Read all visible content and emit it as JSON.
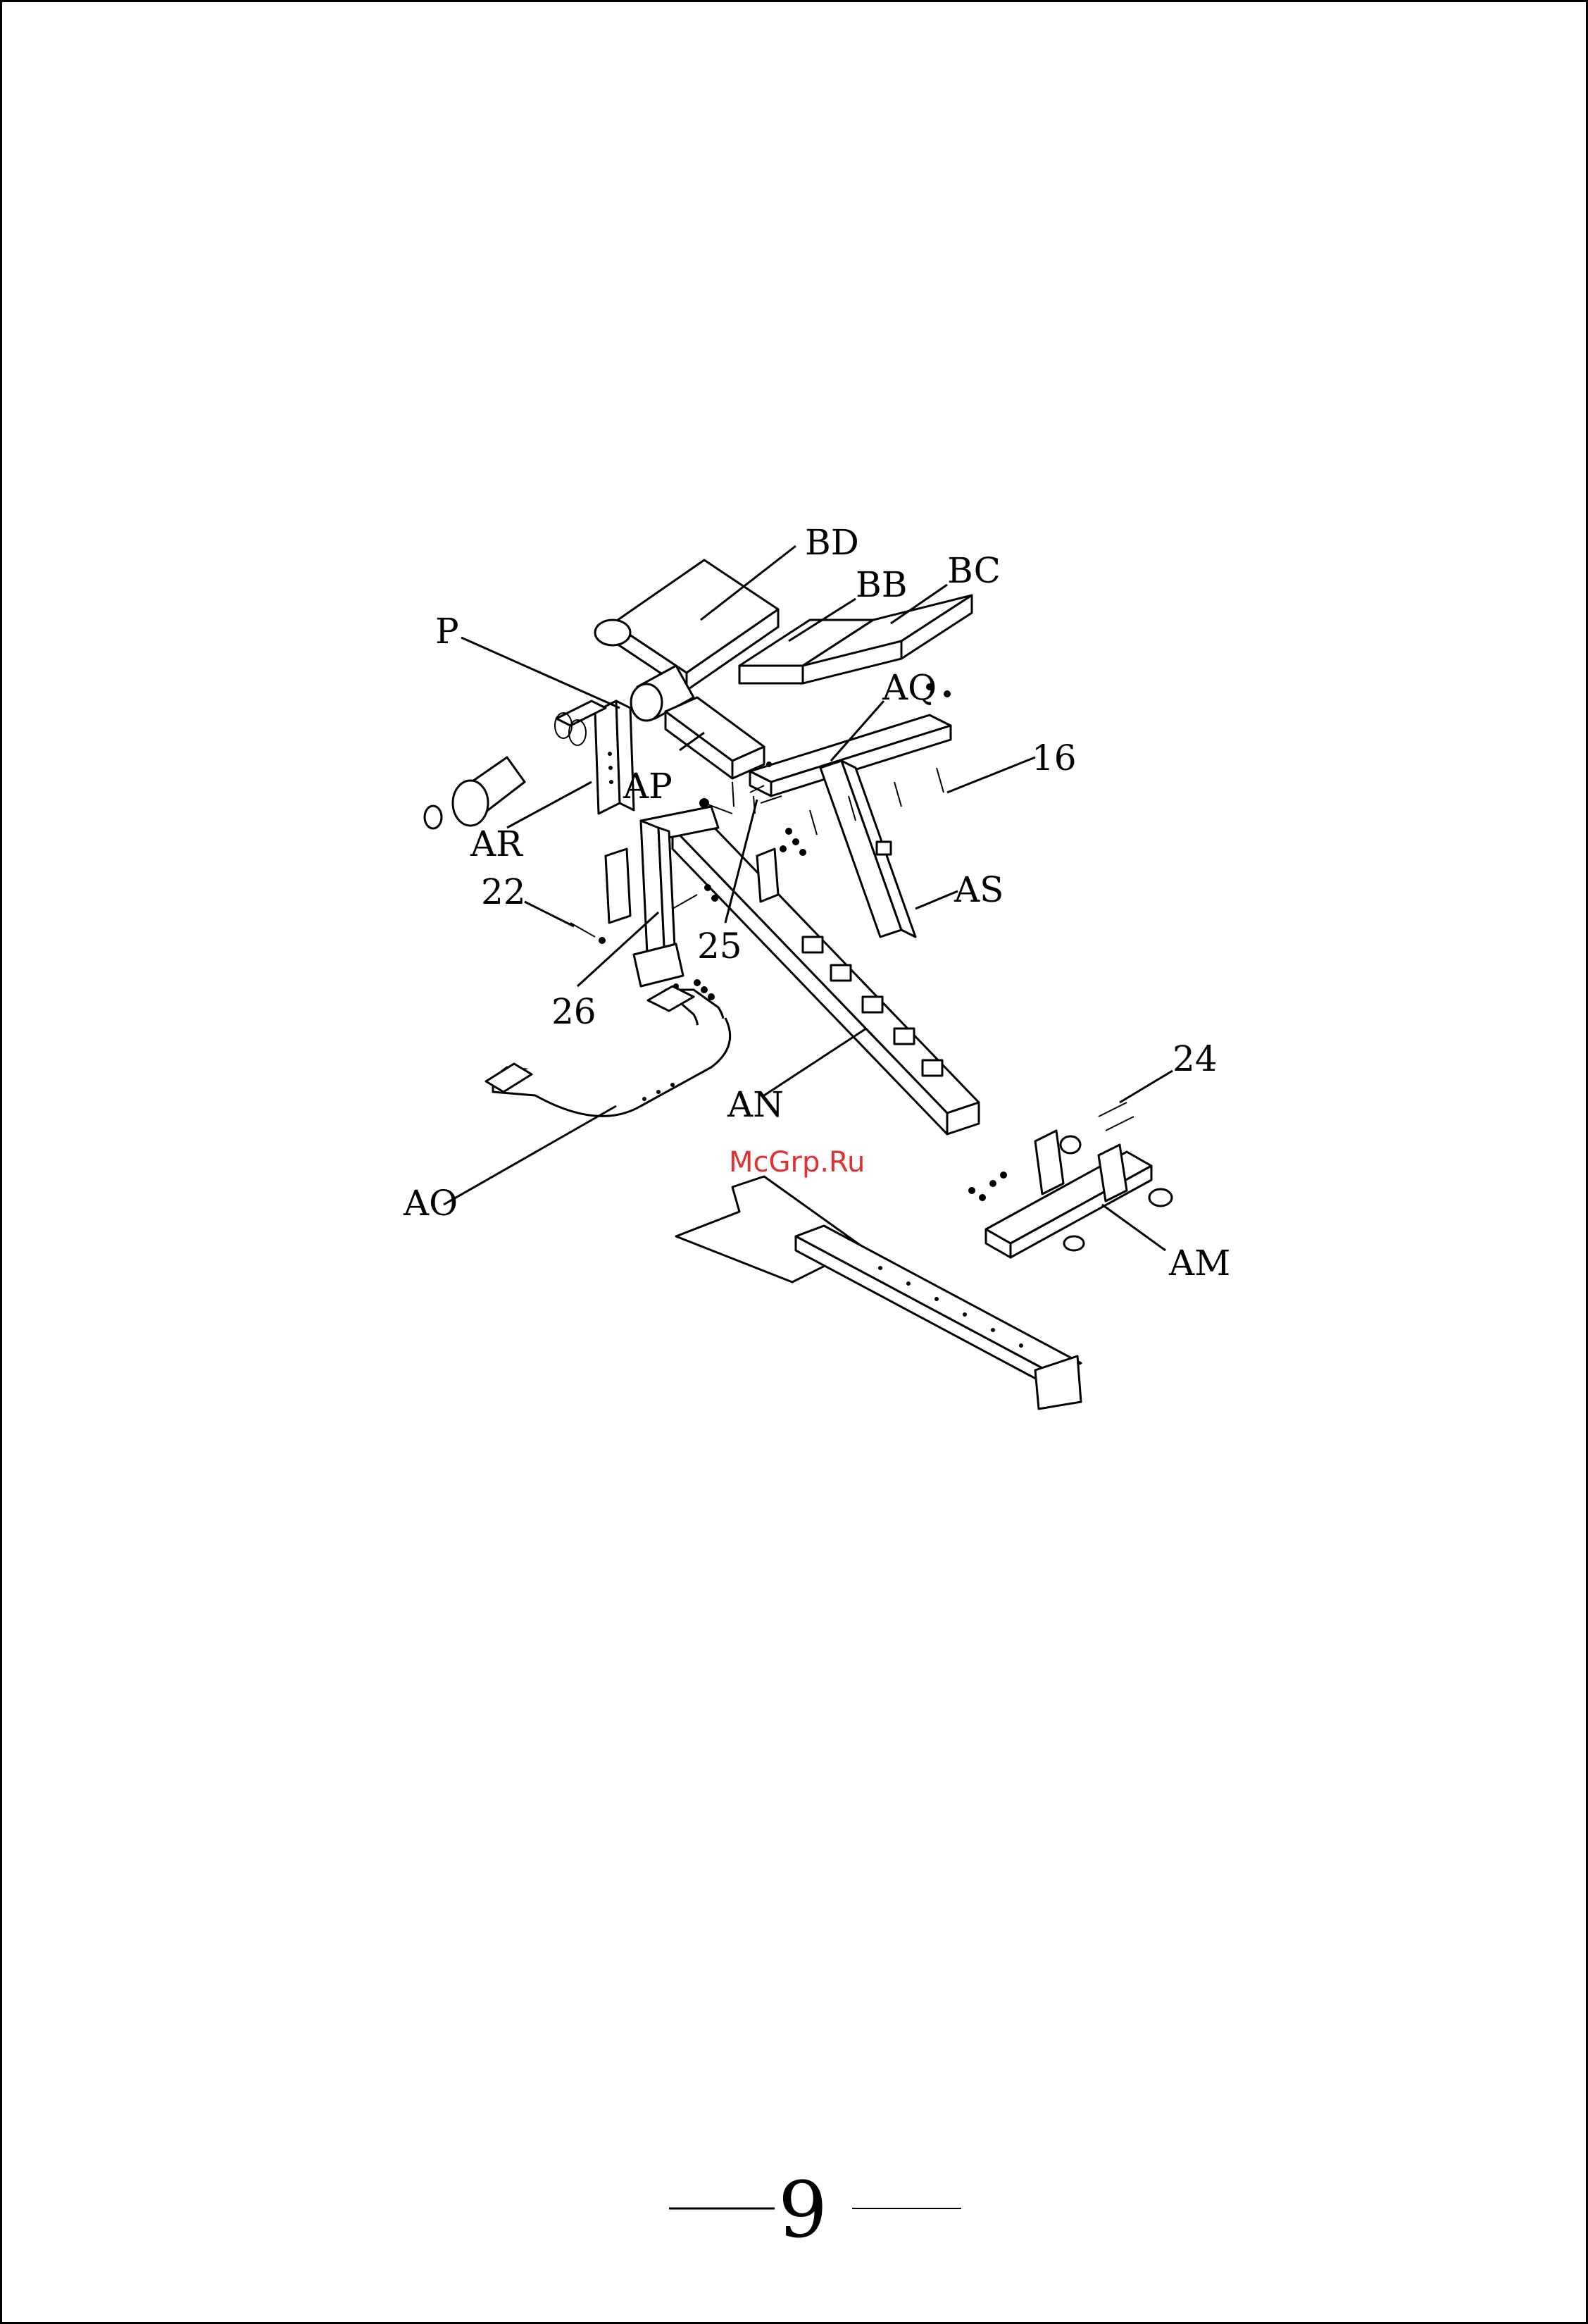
{
  "watermark": "McGrp.Ru",
  "page_number": "9",
  "callouts": {
    "BD": "BD",
    "BB": "BB",
    "BC": "BC",
    "P": "P",
    "AQ": "AQ",
    "n16": "16",
    "AP": "AP",
    "AR": "AR",
    "AS": "AS",
    "n22": "22",
    "n25": "25",
    "n26": "26",
    "n24": "24",
    "AN": "AN",
    "AO": "AO",
    "AM": "AM"
  },
  "colors": {
    "line": "#000000",
    "watermark": "#e0302f",
    "background": "#ffffff"
  }
}
